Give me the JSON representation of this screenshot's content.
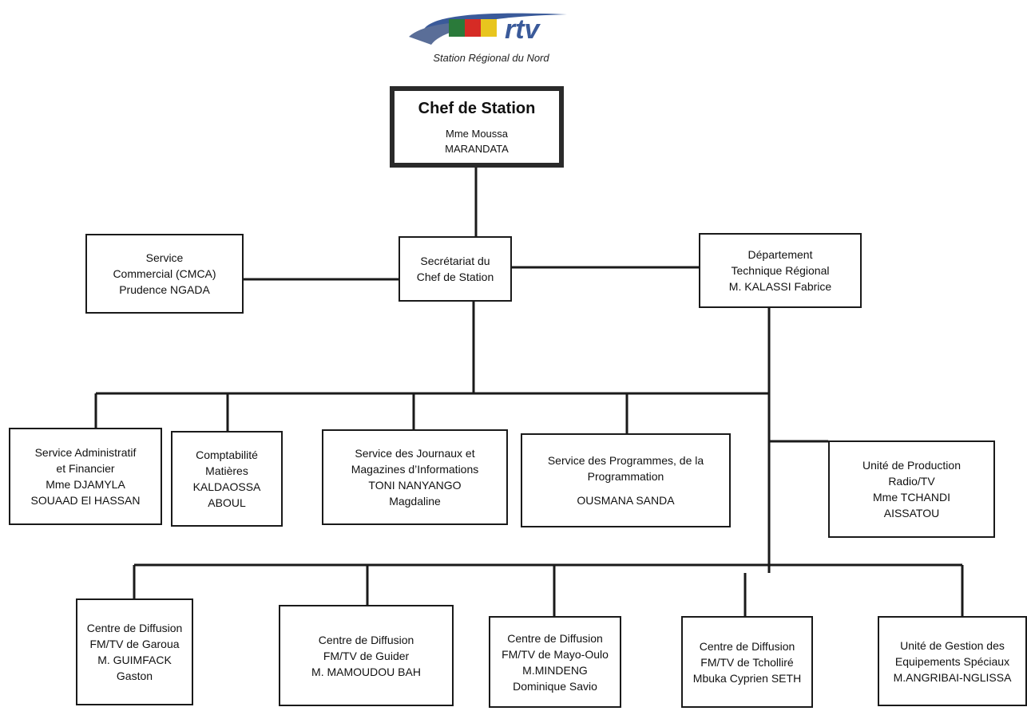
{
  "logo": {
    "text": "rtv",
    "subtitle": "Station Régional du Nord",
    "colors": [
      "#2a7a3a",
      "#d62b25",
      "#e8c51e",
      "#3a5a9a"
    ]
  },
  "chief": {
    "title": "Chef de Station",
    "name1": "Mme Moussa",
    "name2": "MARANDATA"
  },
  "secretariat": {
    "l1": "Secrétariat du",
    "l2": "Chef de Station"
  },
  "commercial": {
    "l1": "Service",
    "l2": "Commercial (CMCA)",
    "l3": "Prudence NGADA"
  },
  "technique": {
    "l1": "Département",
    "l2": "Technique Régional",
    "l3": "M. KALASSI Fabrice"
  },
  "services": [
    {
      "lines": [
        "Service Administratif",
        "et Financier",
        "Mme DJAMYLA",
        "SOUAAD El HASSAN"
      ]
    },
    {
      "lines": [
        "Comptabilité",
        "Matières",
        "KALDAOSSA",
        "ABOUL"
      ]
    },
    {
      "lines": [
        "Service des Journaux et",
        "Magazines d’Informations",
        "TONI NANYANGO",
        "Magdaline"
      ]
    },
    {
      "lines": [
        "Service des  Programmes, de la",
        "Programmation",
        "OUSMANA SANDA"
      ]
    },
    {
      "lines": [
        "Unité de Production",
        "Radio/TV",
        "Mme TCHANDI",
        "AISSATOU"
      ]
    }
  ],
  "centres": [
    {
      "lines": [
        "Centre de Diffusion",
        "FM/TV de Garoua",
        "M. GUIMFACK",
        "Gaston"
      ]
    },
    {
      "lines": [
        "Centre de Diffusion",
        "FM/TV de Guider",
        "M. MAMOUDOU BAH"
      ]
    },
    {
      "lines": [
        "Centre de Diffusion",
        "FM/TV de Mayo-Oulo",
        "M.MINDENG",
        "Dominique Savio"
      ]
    },
    {
      "lines": [
        "Centre de Diffusion",
        "FM/TV de Tcholliré",
        "Mbuka Cyprien SETH"
      ]
    },
    {
      "lines": [
        "Unité de Gestion des",
        "Equipements Spéciaux",
        "M.ANGRIBAI-NGLISSA"
      ]
    }
  ]
}
